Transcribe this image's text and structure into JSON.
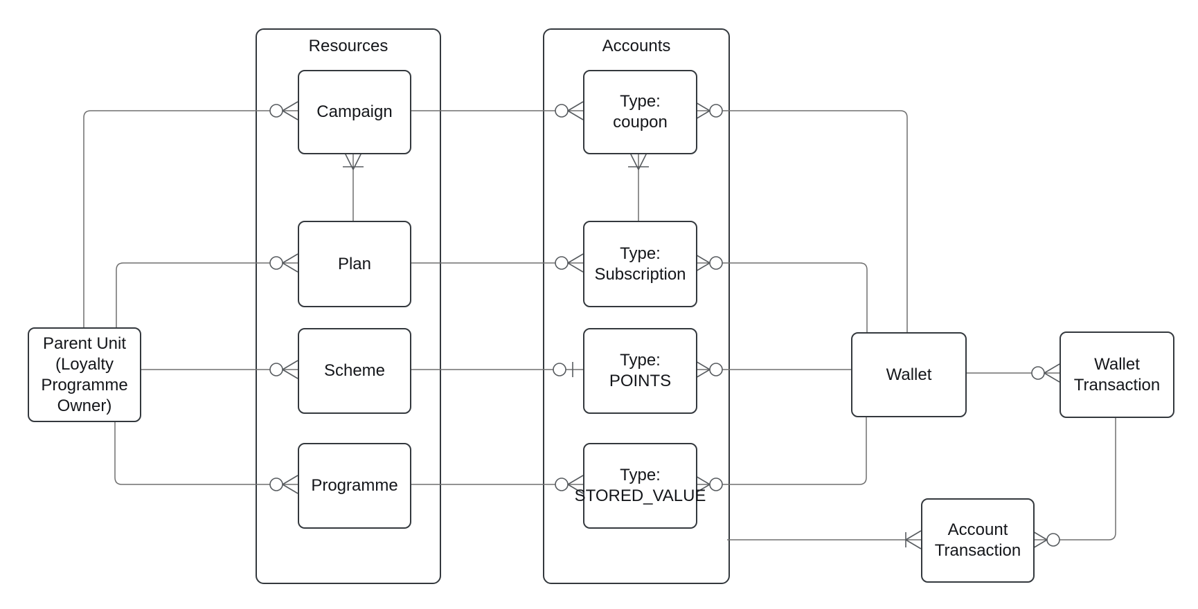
{
  "diagram_type": "entity-relationship-diagram (crow's foot notation)",
  "colors": {
    "background": "#ffffff",
    "box_border": "#33383d",
    "connector_line": "#6e6e6e",
    "marker_stroke": "#565a5e",
    "text": "#14161a"
  },
  "containers": {
    "resources": {
      "label": "Resources"
    },
    "accounts": {
      "label": "Accounts"
    }
  },
  "entities": {
    "parent_unit": {
      "lines": [
        "Parent Unit",
        "(Loyalty",
        "Programme",
        "Owner)"
      ]
    },
    "campaign": {
      "label": "Campaign"
    },
    "plan": {
      "label": "Plan"
    },
    "scheme": {
      "label": "Scheme"
    },
    "programme": {
      "label": "Programme"
    },
    "type_coupon": {
      "lines": [
        "Type:",
        "coupon"
      ]
    },
    "type_subscription": {
      "lines": [
        "Type:",
        "Subscription"
      ]
    },
    "type_points": {
      "lines": [
        "Type:",
        "POINTS"
      ]
    },
    "type_stored_value": {
      "lines": [
        "Type:",
        "STORED_VALUE"
      ]
    },
    "wallet": {
      "label": "Wallet"
    },
    "wallet_transaction": {
      "lines": [
        "Wallet",
        "Transaction"
      ]
    },
    "account_transaction": {
      "lines": [
        "Account",
        "Transaction"
      ]
    }
  },
  "relationships": [
    {
      "from": "parent_unit",
      "to": "campaign",
      "to_marker": "zero-or-many"
    },
    {
      "from": "parent_unit",
      "to": "plan",
      "to_marker": "zero-or-many"
    },
    {
      "from": "parent_unit",
      "to": "scheme",
      "to_marker": "zero-or-many"
    },
    {
      "from": "parent_unit",
      "to": "programme",
      "to_marker": "zero-or-many"
    },
    {
      "from": "plan",
      "to": "campaign",
      "to_marker": "one-or-many"
    },
    {
      "from": "campaign",
      "to": "type_coupon",
      "to_marker": "zero-or-many"
    },
    {
      "from": "plan",
      "to": "type_subscription",
      "to_marker": "zero-or-many"
    },
    {
      "from": "scheme",
      "to": "type_points",
      "to_marker": "zero-or-one"
    },
    {
      "from": "programme",
      "to": "type_stored_value",
      "to_marker": "zero-or-many"
    },
    {
      "from": "type_subscription",
      "to": "type_coupon",
      "to_marker": "one-or-many"
    },
    {
      "from": "type_coupon",
      "from_marker": "zero-or-many",
      "to": "wallet"
    },
    {
      "from": "type_subscription",
      "from_marker": "zero-or-many",
      "to": "wallet"
    },
    {
      "from": "type_points",
      "from_marker": "zero-or-many",
      "to": "wallet"
    },
    {
      "from": "type_stored_value",
      "from_marker": "zero-or-many",
      "to": "wallet"
    },
    {
      "from": "accounts_container",
      "to": "account_transaction",
      "to_marker": "one-or-many"
    },
    {
      "from": "wallet",
      "to": "wallet_transaction",
      "to_marker": "zero-or-many"
    },
    {
      "from": "account_transaction",
      "from_marker": "zero-or-many",
      "to": "wallet_transaction"
    }
  ]
}
